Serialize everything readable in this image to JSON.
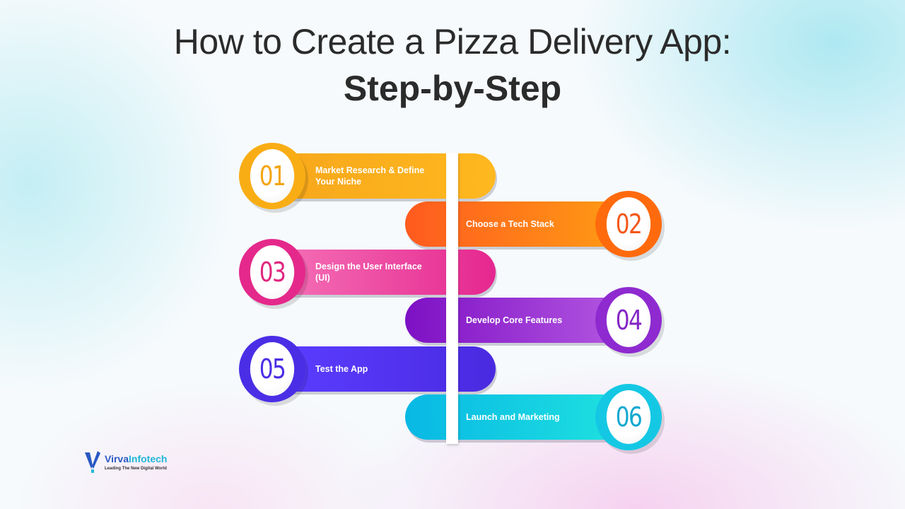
{
  "title": {
    "line1": "How to Create a Pizza Delivery App:",
    "line2": "Step-by-Step"
  },
  "steps": [
    {
      "number": "01",
      "label_line1": "Market Research & Define",
      "label_line2": "Your Niche",
      "side": "left",
      "color_start": "#f7a81b",
      "color_end": "#ffb81f",
      "ring": "#f9ad15",
      "number_color": "#f3a512"
    },
    {
      "number": "02",
      "label_line1": "Choose a Tech Stack",
      "label_line2": "",
      "side": "right",
      "color_start": "#ff5a1f",
      "color_end": "#ff9a14",
      "ring": "#ff6a0d",
      "number_color": "#f4581a"
    },
    {
      "number": "03",
      "label_line1": "Design the User Interface",
      "label_line2": "(UI)",
      "side": "left",
      "color_start": "#f46cb4",
      "color_end": "#e5278f",
      "ring": "#e4298b",
      "number_color": "#e0267f"
    },
    {
      "number": "04",
      "label_line1": "Develop Core Features",
      "label_line2": "",
      "side": "right",
      "color_start": "#7d10c4",
      "color_end": "#b255e0",
      "ring": "#8e2ad0",
      "number_color": "#8426c4"
    },
    {
      "number": "05",
      "label_line1": "Test the App",
      "label_line2": "",
      "side": "left",
      "color_start": "#5a3cff",
      "color_end": "#4a2ae0",
      "ring": "#4a2ee6",
      "number_color": "#4a2ee6"
    },
    {
      "number": "06",
      "label_line1": "Launch and Marketing",
      "label_line2": "",
      "side": "right",
      "color_start": "#08b8e4",
      "color_end": "#1ee0e0",
      "ring": "#14c8e4",
      "number_color": "#14a8d0"
    }
  ],
  "logo": {
    "name_part1": "Virva",
    "name_part2": "Infotech",
    "tagline": "Leading The New Digital World"
  }
}
